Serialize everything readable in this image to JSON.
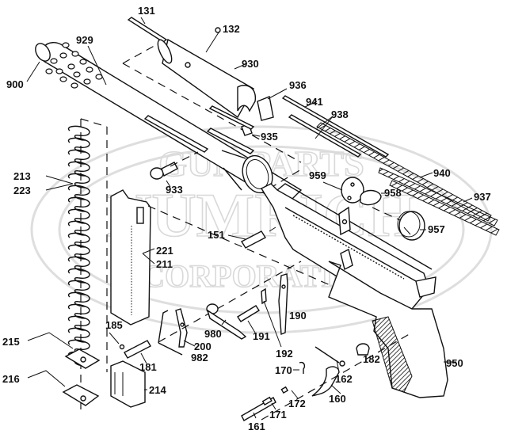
{
  "diagram": {
    "type": "exploded-parts-view",
    "watermark": {
      "line1": "GUN PARTS",
      "line2": "NUMRICH",
      "line3": "CORPORATION",
      "color": "#d9d9d9"
    },
    "line_color": "#111111",
    "background": "#ffffff"
  },
  "parts": {
    "p131": "131",
    "p132": "132",
    "p900": "900",
    "p929": "929",
    "p930": "930",
    "p936": "936",
    "p941": "941",
    "p938": "938",
    "p935": "935",
    "p933": "933",
    "p213": "213",
    "p223": "223",
    "p959": "959",
    "p958": "958",
    "p940": "940",
    "p937": "937",
    "p957": "957",
    "p151": "151",
    "p221": "221",
    "p211": "211",
    "p185": "185",
    "p215": "215",
    "p216": "216",
    "p181": "181",
    "p214": "214",
    "p200": "200",
    "p982": "982",
    "p980": "980",
    "p191": "191",
    "p192": "192",
    "p190": "190",
    "p182": "182",
    "p950": "950",
    "p170": "170",
    "p162": "162",
    "p160": "160",
    "p172": "172",
    "p171": "171",
    "p161": "161"
  }
}
